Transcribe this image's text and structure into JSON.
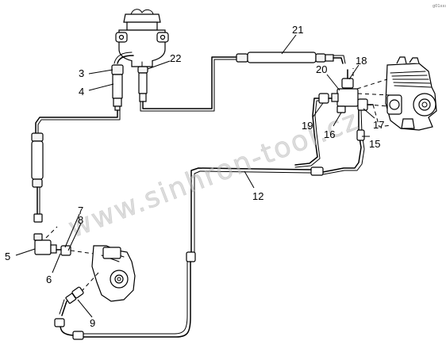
{
  "diagram": {
    "watermark": "www.sinhron-tool.cz",
    "corner_code": "g01xxxx",
    "callouts": {
      "c1": "3",
      "c2": "4",
      "c3": "21",
      "c4": "22",
      "c5": "18",
      "c6": "20",
      "c7": "19",
      "c8": "16",
      "c9": "17",
      "c10": "15",
      "c11": "12",
      "c12": "7",
      "c13": "8",
      "c14": "5",
      "c15": "6",
      "c16": "9"
    }
  }
}
